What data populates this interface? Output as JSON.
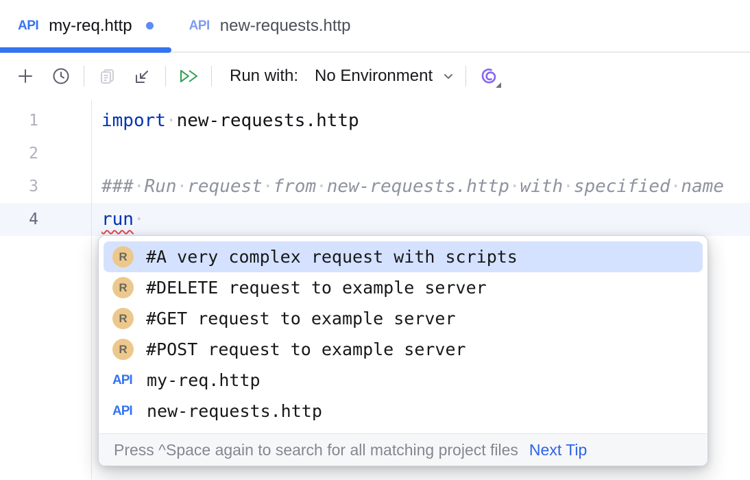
{
  "tabs": [
    {
      "icon": "API",
      "title": "my-req.http",
      "modified": true,
      "active": true
    },
    {
      "icon": "API",
      "title": "new-requests.http",
      "modified": false,
      "active": false
    }
  ],
  "toolbar": {
    "run_with_label": "Run with:",
    "environment_value": "No Environment",
    "icons": {
      "add": "plus",
      "history": "clock",
      "copy": "stacked-documents",
      "import": "arrow-into-corner",
      "run_all": "double-play-green",
      "environment_dropdown": "chevron-down",
      "ai_assistant": "purple-swirl"
    }
  },
  "editor": {
    "whitespace_dot": "·",
    "lines": [
      {
        "number": "1",
        "segments": [
          {
            "text": "import",
            "type": "keyword"
          },
          {
            "text": " ",
            "type": "ws"
          },
          {
            "text": "new-requests.http",
            "type": "plain"
          }
        ]
      },
      {
        "number": "2",
        "segments": []
      },
      {
        "number": "3",
        "segments": [
          {
            "text": "### Run request from new-requests.http with specified name",
            "type": "comment"
          }
        ]
      },
      {
        "number": "4",
        "current": true,
        "segments": [
          {
            "text": "run",
            "type": "keyword-error"
          },
          {
            "text": " ",
            "type": "ws"
          }
        ]
      }
    ]
  },
  "popup": {
    "request_badge_letter": "R",
    "api_badge_text": "API",
    "items": [
      {
        "icon": "request",
        "label": "#A very complex request with scripts",
        "selected": true
      },
      {
        "icon": "request",
        "label": "#DELETE request to example server",
        "selected": false
      },
      {
        "icon": "request",
        "label": "#GET request to example server",
        "selected": false
      },
      {
        "icon": "request",
        "label": "#POST request to example server",
        "selected": false
      },
      {
        "icon": "api-file",
        "label": "my-req.http",
        "selected": false
      },
      {
        "icon": "api-file",
        "label": "new-requests.http",
        "selected": false
      }
    ],
    "footer": {
      "hint": "Press ^Space again to search for all matching project files",
      "link": "Next Tip"
    }
  },
  "colors": {
    "accent_blue": "#3574F0",
    "keyword_blue": "#0033B3",
    "selection_blue": "#D5E2FF",
    "badge_tan": "#EDC88C",
    "run_green": "#2E9E4F",
    "ai_purple": "#8566F0",
    "error_red": "#E5484D",
    "comment_gray": "#8F939E"
  }
}
